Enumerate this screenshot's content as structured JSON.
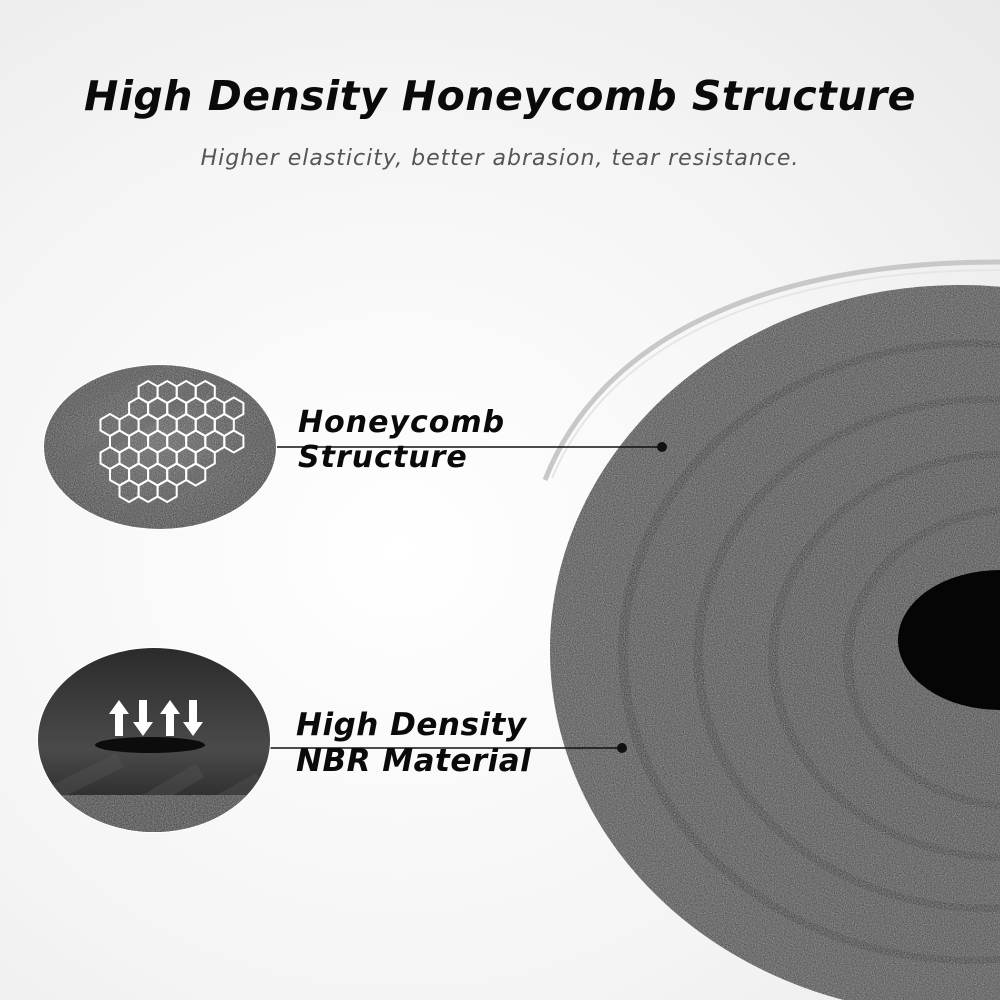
{
  "header": {
    "title": "High Density Honeycomb Structure",
    "subtitle": "Higher elasticity, better abrasion, tear resistance."
  },
  "callouts": {
    "honeycomb": {
      "line1": "Honeycomb",
      "line2": "Structure",
      "icon": "honeycomb-pattern-icon"
    },
    "nbr": {
      "line1": "High Density",
      "line2": "NBR Material",
      "icon": "compression-arrows-icon"
    }
  },
  "colors": {
    "mat": "#3a3a3a",
    "mat_dark": "#141414",
    "text": "#0a0a0a",
    "subtitle": "#555555"
  }
}
